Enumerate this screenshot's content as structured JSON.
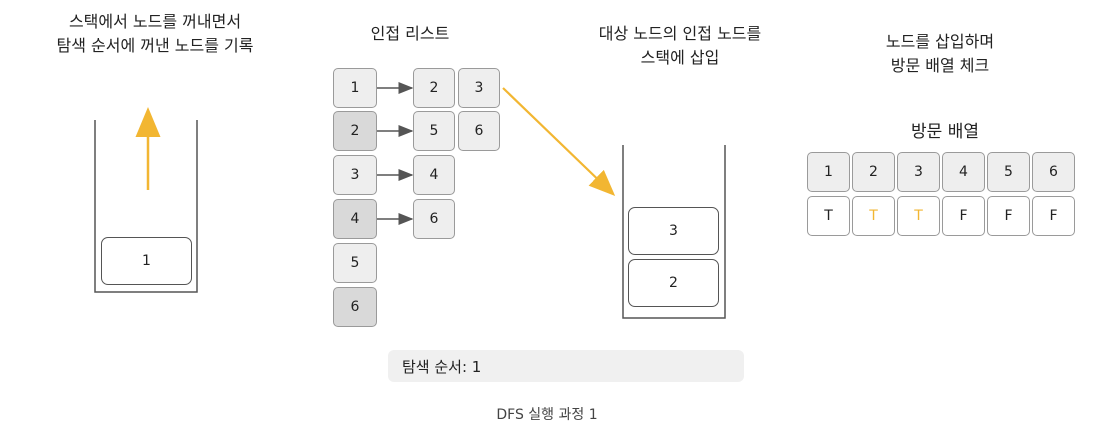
{
  "captions": {
    "pop_line1": "스택에서 노드를 꺼내면서",
    "pop_line2": "탐색 순서에 꺼낸 노드를 기록",
    "adj_title": "인접 리스트",
    "push_line1": "대상 노드의 인접 노드를",
    "push_line2": "스택에 삽입",
    "visit_line1": "노드를 삽입하며",
    "visit_line2": "방문 배열 체크",
    "visit_title": "방문 배열"
  },
  "left_stack": {
    "items": [
      "1"
    ]
  },
  "adjacency": {
    "nodes": [
      "1",
      "2",
      "3",
      "4",
      "5",
      "6"
    ],
    "neighbors": [
      [
        "2",
        "3"
      ],
      [
        "5",
        "6"
      ],
      [
        "4"
      ],
      [
        "6"
      ],
      [],
      []
    ]
  },
  "right_stack": {
    "items": [
      "3",
      "2"
    ]
  },
  "visited": {
    "headers": [
      "1",
      "2",
      "3",
      "4",
      "5",
      "6"
    ],
    "values": [
      "T",
      "T",
      "T",
      "F",
      "F",
      "F"
    ],
    "highlight_color": "#f2b632"
  },
  "order_bar": "탐색 순서: 1",
  "footer": "DFS 실행 과정 1",
  "colors": {
    "arrow_orange": "#f2b632",
    "arrow_gray": "#555555"
  }
}
